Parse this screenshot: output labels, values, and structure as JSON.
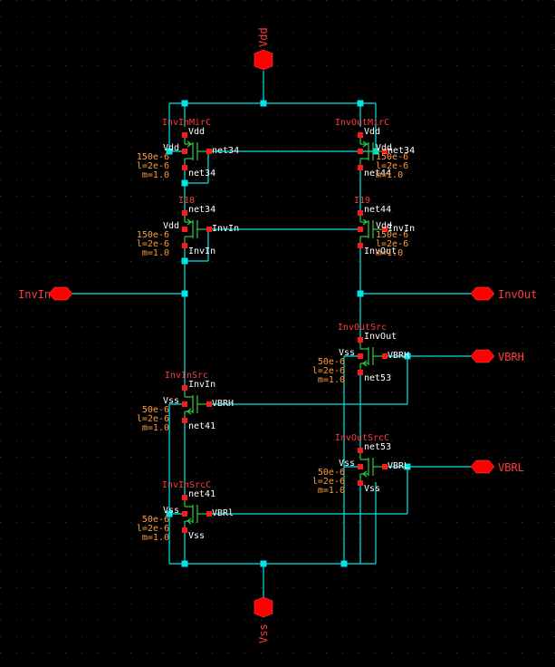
{
  "colors": {
    "background": "#000000",
    "wire": "#00e5e5",
    "device": "#2ecc40",
    "pin": "#ff1a1a",
    "instance_label": "#ff3b3b",
    "param_label": "#ff9a3a",
    "net_label": "#ffffff"
  },
  "ports": {
    "vdd": "Vdd",
    "vss": "Vss",
    "invin": "InvIn",
    "invout": "InvOut",
    "vbrh": "VBRH",
    "vbrl": "VBRL"
  },
  "devices": [
    {
      "name": "InvInMirC",
      "terminals": {
        "top": "Vdd",
        "bulk": "Vdd",
        "gate": "net34",
        "bottom": "net34"
      },
      "params": {
        "w": "150e-6",
        "l": "l=2e-6",
        "m": "m=1.0"
      }
    },
    {
      "name": "InvOutMirC",
      "terminals": {
        "top": "Vdd",
        "bulk": "Vdd",
        "gate": "net34",
        "bottom": "net44"
      },
      "params": {
        "w": "150e-6",
        "l": "l=2e-6",
        "m": "m=1.0"
      }
    },
    {
      "name": "I18",
      "terminals": {
        "top": "net34",
        "bulk": "Vdd",
        "gate": "InvIn",
        "bottom": "InvIn"
      },
      "params": {
        "w": "150e-6",
        "l": "l=2e-6",
        "m": "m=1.0"
      }
    },
    {
      "name": "I19",
      "terminals": {
        "top": "net44",
        "bulk": "Vdd",
        "gate": "InvIn",
        "bottom": "InvOut"
      },
      "params": {
        "w": "150e-6",
        "l": "l=2e-6",
        "m": "m=1.0"
      }
    },
    {
      "name": "InvOutSrc",
      "terminals": {
        "top": "InvOut",
        "bulk": "Vss",
        "gate": "VBRH",
        "bottom": "net53"
      },
      "params": {
        "w": "50e-6",
        "l": "l=2e-6",
        "m": "m=1.0"
      }
    },
    {
      "name": "InvInSrc",
      "terminals": {
        "top": "InvIn",
        "bulk": "Vss",
        "gate": "VBRH",
        "bottom": "net41"
      },
      "params": {
        "w": "50e-6",
        "l": "l=2e-6",
        "m": "m=1.0"
      }
    },
    {
      "name": "InvOutSrcC",
      "terminals": {
        "top": "net53",
        "bulk": "Vss",
        "gate": "VBRL",
        "bottom": "Vss"
      },
      "params": {
        "w": "50e-6",
        "l": "l=2e-6",
        "m": "m=1.0"
      }
    },
    {
      "name": "InvInSrcC",
      "terminals": {
        "top": "net41",
        "bulk": "Vss",
        "gate": "VBRl",
        "bottom": "Vss"
      },
      "params": {
        "w": "50e-6",
        "l": "l=2e-6",
        "m": "m=1.0"
      }
    }
  ]
}
